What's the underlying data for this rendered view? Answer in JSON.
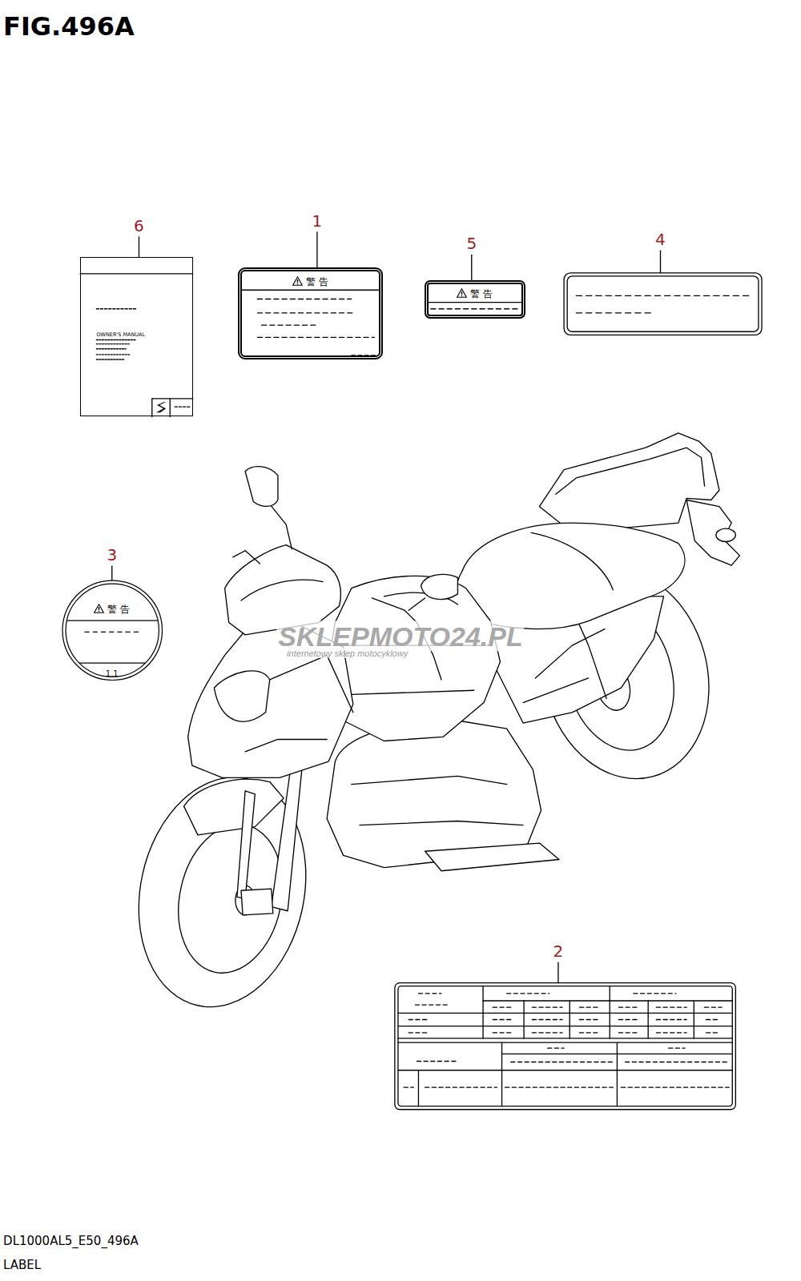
{
  "diagram": {
    "title": "FIG.496A",
    "caption": "DL1000AL5_E50_496A",
    "nodes": [
      {
        "text": [
          "OWNER'S MANUAL"
        ]
      },
      {
        "text": [
          "警 告"
        ]
      },
      {
        "text": [
          "警 告"
        ]
      },
      {
        "text": [
          "警 告",
          "1.1"
        ]
      }
    ],
    "labels": [
      "6",
      "1",
      "5",
      "4",
      "3",
      "2",
      "SKLEPMOTO24.PL",
      "internetowy sklep motocyklowy",
      "LABEL"
    ]
  }
}
